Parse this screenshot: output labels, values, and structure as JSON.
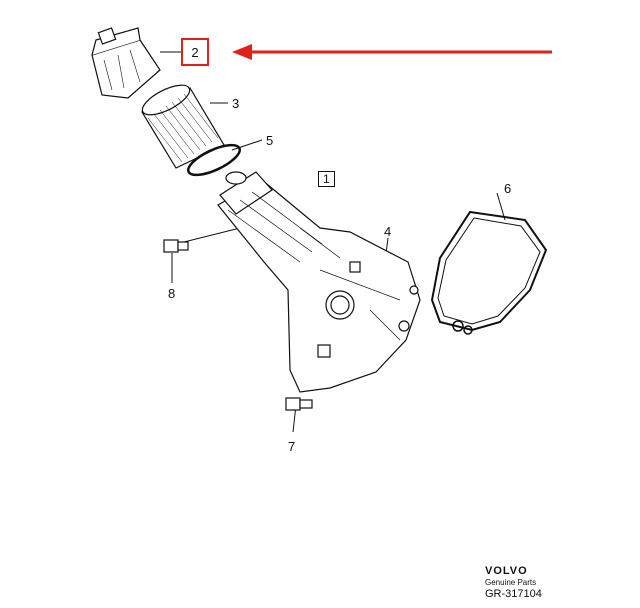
{
  "callouts": {
    "assembly": "1",
    "cap": "2",
    "filter": "3",
    "housing": "4",
    "oring": "5",
    "gasket": "6",
    "bolt_lower": "7",
    "bolt_left": "8"
  },
  "branding": {
    "logo": "VOLVO",
    "subtitle": "Genuine Parts",
    "code": "GR-317104"
  },
  "colors": {
    "highlight": "#e0201b",
    "line": "#111111"
  }
}
